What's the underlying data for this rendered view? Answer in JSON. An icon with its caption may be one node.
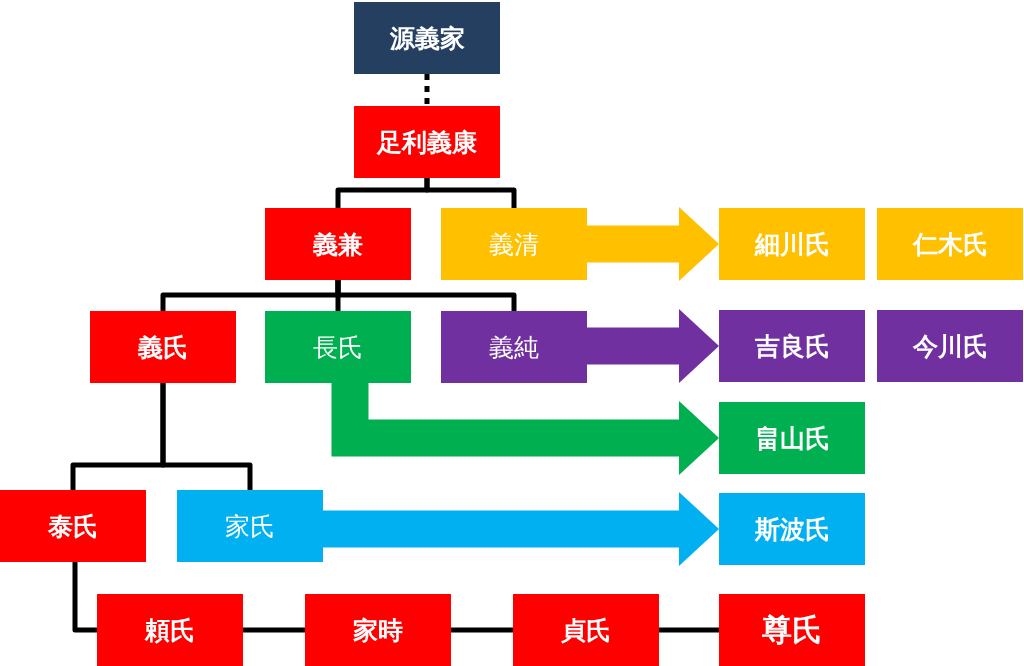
{
  "diagram": {
    "nodes": [
      {
        "text": [
          "源義家"
        ]
      },
      {
        "text": [
          "足利義康"
        ]
      },
      {
        "text": [
          "義兼"
        ]
      },
      {
        "text": [
          "義清"
        ]
      },
      {
        "text": [
          "細川氏"
        ]
      },
      {
        "text": [
          "仁木氏"
        ]
      },
      {
        "text": [
          "義氏"
        ]
      },
      {
        "text": [
          "長氏"
        ]
      },
      {
        "text": [
          "義純"
        ]
      },
      {
        "text": [
          "吉良氏"
        ]
      },
      {
        "text": [
          "今川氏"
        ]
      },
      {
        "text": [
          "畠山氏"
        ]
      },
      {
        "text": [
          "泰氏"
        ]
      },
      {
        "text": [
          "家氏"
        ]
      },
      {
        "text": [
          "斯波氏"
        ]
      },
      {
        "text": [
          "頼氏"
        ]
      },
      {
        "text": [
          "家時"
        ]
      },
      {
        "text": [
          "貞氏"
        ]
      },
      {
        "text": [
          "尊氏"
        ]
      }
    ],
    "edges": [
      {
        "from": 0,
        "to": 1,
        "arrow": "none",
        "style": "dashed"
      },
      {
        "from": 1,
        "to": 2,
        "arrow": "none"
      },
      {
        "from": 1,
        "to": 3,
        "arrow": "none"
      },
      {
        "from": 2,
        "to": 6,
        "arrow": "none"
      },
      {
        "from": 2,
        "to": 7,
        "arrow": "none"
      },
      {
        "from": 2,
        "to": 8,
        "arrow": "none"
      },
      {
        "from": 6,
        "to": 12,
        "arrow": "none"
      },
      {
        "from": 6,
        "to": 13,
        "arrow": "none"
      },
      {
        "from": 12,
        "to": 15,
        "arrow": "none"
      },
      {
        "from": 15,
        "to": 16,
        "arrow": "none"
      },
      {
        "from": 16,
        "to": 17,
        "arrow": "none"
      },
      {
        "from": 17,
        "to": 18,
        "arrow": "none"
      },
      {
        "from": 3,
        "to": 4,
        "arrow": "to",
        "style": "thick",
        "color": "#ffc000"
      },
      {
        "from": 8,
        "to": 9,
        "arrow": "to",
        "style": "thick",
        "color": "#7030a0"
      },
      {
        "from": 7,
        "to": 11,
        "arrow": "to",
        "style": "thick",
        "color": "#00b050"
      },
      {
        "from": 13,
        "to": 14,
        "arrow": "to",
        "style": "thick",
        "color": "#00b0f0"
      }
    ]
  }
}
